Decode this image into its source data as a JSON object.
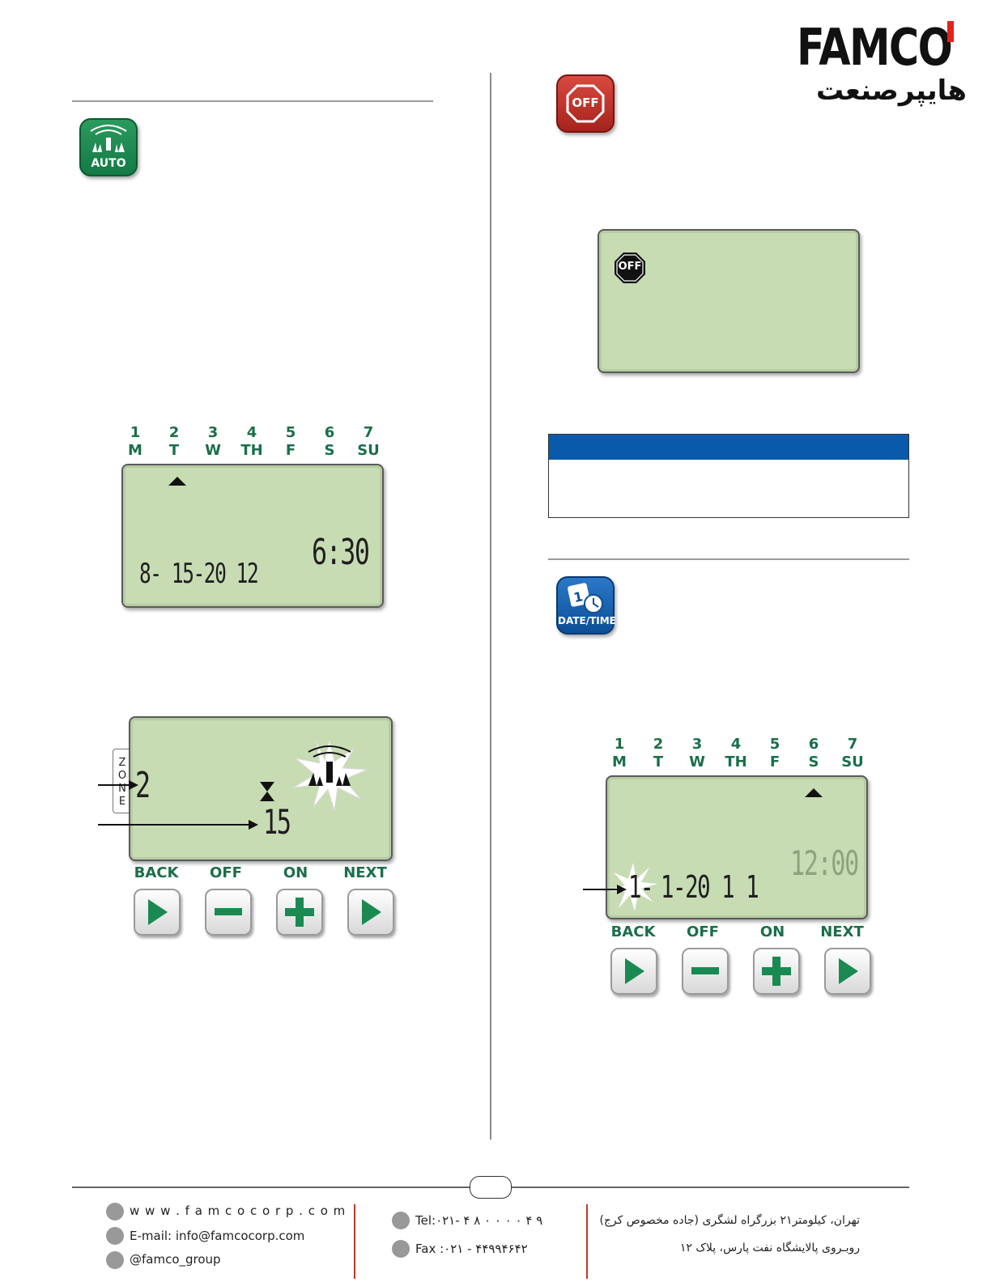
{
  "header": {
    "logo_text": "FAMCO",
    "logo_subtitle": "هایپرصنعت",
    "brand_color": "#111111",
    "accent_color": "#e2231a"
  },
  "left_column": {
    "auto_icon_label": "AUTO",
    "days": [
      {
        "num": "1",
        "abbr": "M"
      },
      {
        "num": "2",
        "abbr": "T"
      },
      {
        "num": "3",
        "abbr": "W"
      },
      {
        "num": "4",
        "abbr": "TH"
      },
      {
        "num": "5",
        "abbr": "F"
      },
      {
        "num": "6",
        "abbr": "S"
      },
      {
        "num": "7",
        "abbr": "SU"
      }
    ],
    "lcd1": {
      "date": "8- 15-20 12",
      "time": "6:30"
    },
    "lcd2": {
      "zone_label": [
        "Z",
        "O",
        "N",
        "E"
      ],
      "zone_number": "2",
      "duration": "15"
    },
    "buttons": [
      {
        "label": "BACK",
        "icon": "play-icon"
      },
      {
        "label": "OFF",
        "icon": "minus-icon"
      },
      {
        "label": "ON",
        "icon": "plus-icon"
      },
      {
        "label": "NEXT",
        "icon": "play-icon"
      }
    ]
  },
  "right_column": {
    "off_icon_label": "OFF",
    "lcd_off_label": "OFF",
    "note_header_color": "#0a5aab",
    "datetime_icon_label": "DATE/TIME",
    "days": [
      {
        "num": "1",
        "abbr": "M"
      },
      {
        "num": "2",
        "abbr": "T"
      },
      {
        "num": "3",
        "abbr": "W"
      },
      {
        "num": "4",
        "abbr": "TH"
      },
      {
        "num": "5",
        "abbr": "F"
      },
      {
        "num": "6",
        "abbr": "S"
      },
      {
        "num": "7",
        "abbr": "SU"
      }
    ],
    "lcd3": {
      "month": "1-",
      "rest": "1-20 1 1",
      "time": "12:00"
    },
    "buttons": [
      {
        "label": "BACK",
        "icon": "play-icon"
      },
      {
        "label": "OFF",
        "icon": "minus-icon"
      },
      {
        "label": "ON",
        "icon": "plus-icon"
      },
      {
        "label": "NEXT",
        "icon": "play-icon"
      }
    ]
  },
  "footer": {
    "website": "w w w . f a m c o c o r p . c o m",
    "email": "E-mail: info@famcocorp.com",
    "instagram": "@famco_group",
    "tel": "Tel:۰۲۱- ۴ ۸ ۰ ۰ ۰ ۰ ۴ ۹",
    "fax": "Fax :۰۲۱ - ۴۴۹۹۴۶۴۲",
    "address_line1": "تهران، کیلومتر۲۱ بزرگراه لشگری (جاده مخصوص کرج)",
    "address_line2": "روبـروی پالایشگاه نفت پارس، پلاک ۱۲"
  }
}
